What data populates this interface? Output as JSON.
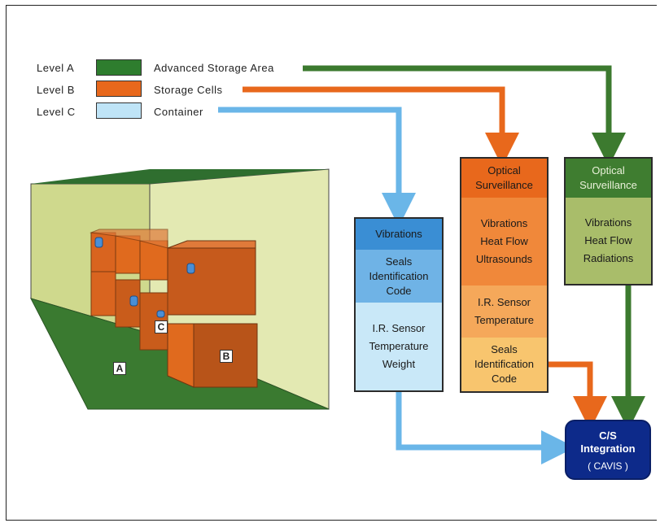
{
  "legend": [
    {
      "level": "Level A",
      "name": "Advanced Storage Area",
      "color": "#2e7d2e"
    },
    {
      "level": "Level B",
      "name": "Storage Cells",
      "color": "#e8681c"
    },
    {
      "level": "Level C",
      "name": "Container",
      "color": "#bfe4f7"
    }
  ],
  "scene_labels": {
    "a": "A",
    "b": "B",
    "c": "C"
  },
  "container_box": {
    "header": "Vibrations",
    "mid": [
      "Seals",
      "Identification",
      "Code"
    ],
    "bottom": [
      "I.R. Sensor",
      "Temperature",
      "Weight"
    ]
  },
  "cells_box": {
    "header": [
      "Optical",
      "Surveillance"
    ],
    "s1": [
      "Vibrations",
      "Heat Flow",
      "Ultrasounds"
    ],
    "s2": [
      "I.R. Sensor",
      "Temperature"
    ],
    "s3": [
      "Seals",
      "Identification",
      "Code"
    ]
  },
  "area_box": {
    "header": [
      "Optical",
      "Surveillance"
    ],
    "body": [
      "Vibrations",
      "Heat Flow",
      "Radiations"
    ]
  },
  "integration": {
    "title1": "C/S",
    "title2": "Integration",
    "sub": "( CAVIS )"
  }
}
